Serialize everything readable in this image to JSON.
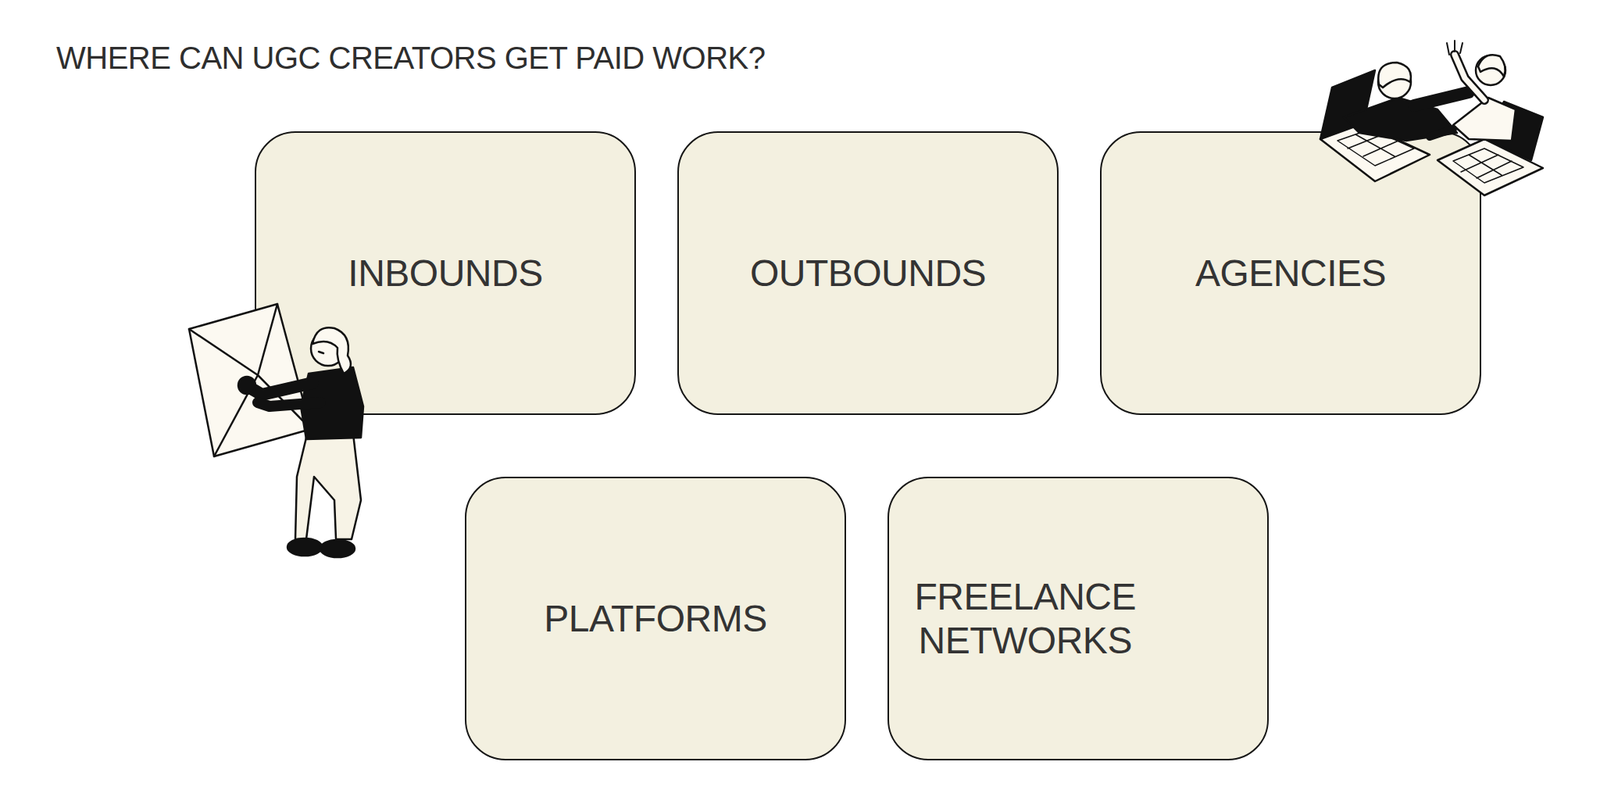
{
  "diagram": {
    "title": "WHERE CAN UGC CREATORS GET PAID WORK?",
    "nodes": [
      {
        "text": [
          "INBOUNDS"
        ]
      },
      {
        "text": [
          "OUTBOUNDS"
        ]
      },
      {
        "text": [
          "AGENCIES"
        ]
      },
      {
        "text": [
          "PLATFORMS"
        ]
      },
      {
        "text": [
          "FREELANCE NETWORKS"
        ]
      }
    ]
  }
}
